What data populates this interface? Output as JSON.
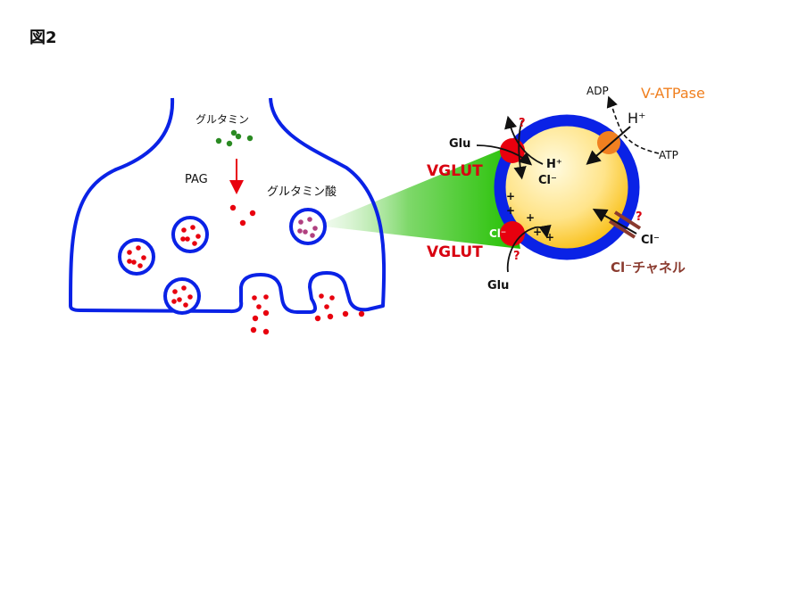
{
  "figure_label": "図2",
  "terminal": {
    "glutamine": "グルタミン",
    "enzyme": "PAG",
    "glutamate": "グルタミン酸"
  },
  "vesicle": {
    "vglut_top": "VGLUT",
    "vglut_bottom": "VGLUT",
    "v_atpase": "V-ATPase",
    "adp": "ADP",
    "atp": "ATP",
    "h_plus_pump": "H⁺",
    "glu_top": "Glu",
    "h_plus_vglut": "H⁺",
    "cl_top": "Cl⁻",
    "q_top": "?",
    "cl_bottom": "Cl⁻",
    "q_bottom": "?",
    "glu_bottom": "Glu",
    "q_channel": "?",
    "cl_channel": "Cl⁻",
    "cl_channel_label": "Cl⁻チャネル"
  },
  "colors": {
    "membrane": "#0a22e6",
    "glutamate": "#e8000e",
    "glutamine": "#2a8a22",
    "vglut_label": "#d80010",
    "v_atpase": "#f08020",
    "question": "#d80010",
    "channel": "#8a3a2e"
  }
}
